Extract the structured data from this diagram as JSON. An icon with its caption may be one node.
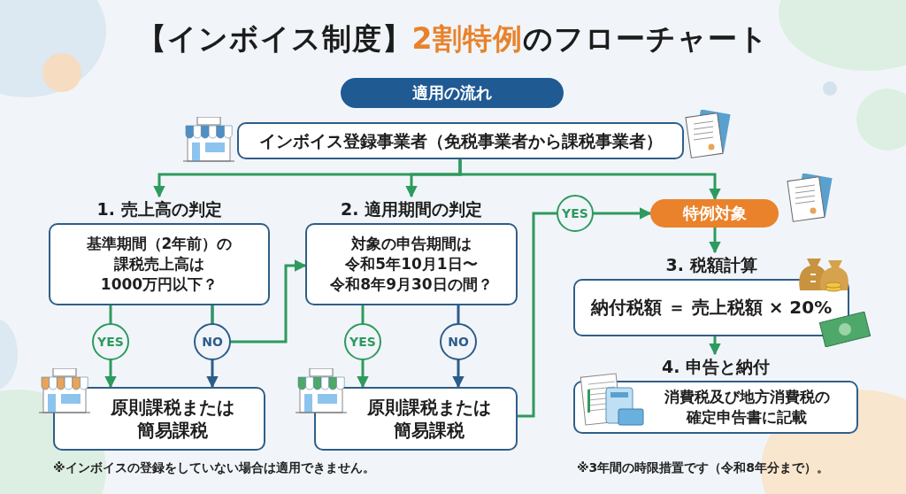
{
  "diagram": {
    "title": "【インボイス制度】**2割特例**のフローチャート",
    "nodes": [
      {
        "text": [
          "適用の流れ"
        ]
      },
      {
        "text": [
          "インボイス登録事業者（免税事業者から課税事業者）"
        ]
      },
      {
        "text": [
          "1. 売上高の判定",
          "基準期間（2年前）の課税売上高は1000万円以下？"
        ]
      },
      {
        "text": [
          "2. 適用期間の判定",
          "対象の申告期間は令和5年10月1日〜令和8年9月30日の間？"
        ]
      },
      {
        "text": [
          "特例対象"
        ]
      },
      {
        "text": [
          "3. 税額計算",
          "納付税額 ＝ 売上税額 × 20%"
        ]
      },
      {
        "text": [
          "4. 申告と納付",
          "消費税及び地方消費税の確定申告書に記載"
        ]
      },
      {
        "text": [
          "原則課税または簡易課税"
        ]
      },
      {
        "text": [
          "原則課税または簡易課税"
        ]
      }
    ],
    "edges": [
      {
        "from": 1,
        "to": 2,
        "arrow": "to"
      },
      {
        "from": 1,
        "to": 3,
        "arrow": "to"
      },
      {
        "from": 1,
        "to": 4,
        "arrow": "to"
      },
      {
        "from": 2,
        "to": 7,
        "arrow": "to",
        "label": "YES"
      },
      {
        "from": 2,
        "to": 7,
        "arrow": "to",
        "label": "NO",
        "color": "#2c5d8a"
      },
      {
        "from": 2,
        "to": 3,
        "arrow": "to"
      },
      {
        "from": 3,
        "to": 8,
        "arrow": "to",
        "label": "YES"
      },
      {
        "from": 3,
        "to": 8,
        "arrow": "to",
        "label": "NO",
        "color": "#2c5d8a"
      },
      {
        "from": 8,
        "to": 4,
        "arrow": "to",
        "label": "YES"
      },
      {
        "from": 4,
        "to": 5,
        "arrow": "to"
      },
      {
        "from": 5,
        "to": 6,
        "arrow": "to"
      }
    ],
    "labels": [
      "※インボイスの登録をしていない場合は適用できません。",
      "※3年間の時限措置です（令和8年分まで）。"
    ]
  }
}
